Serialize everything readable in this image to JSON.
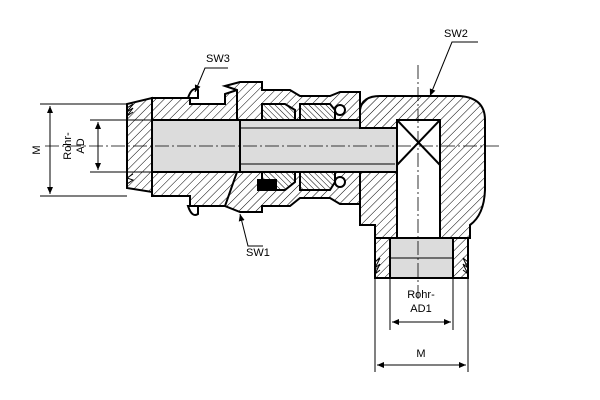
{
  "labels": {
    "sw1": "SW1",
    "sw2": "SW2",
    "sw3": "SW3",
    "m_left": "M",
    "m_bottom": "M",
    "rohr_ad_top": "Rohr-",
    "rohr_ad_bottom": "AD",
    "rohr_ad1_top": "Rohr-",
    "rohr_ad1_bottom": "AD1"
  },
  "colors": {
    "line": "#000000",
    "background": "#ffffff",
    "bore": "#dcdcdc"
  }
}
